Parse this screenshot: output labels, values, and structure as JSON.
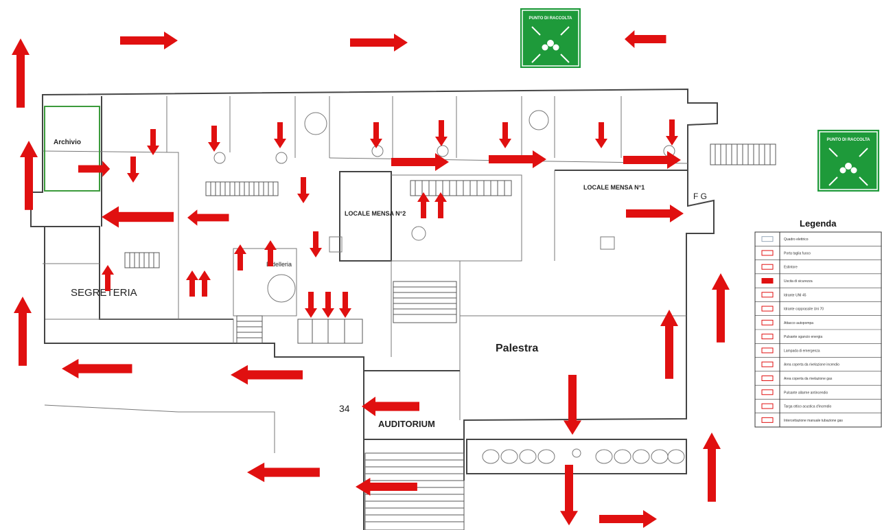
{
  "rooms": {
    "archivio": "Archivio",
    "segreteria": "SEGRETERIA",
    "bidelleria": "Bidelleria",
    "mensa2": "LOCALE MENSA N°2",
    "mensa1": "LOCALE MENSA N°1",
    "palestra": "Palestra",
    "auditorium": "AUDITORIUM"
  },
  "assembly_point": {
    "label": "PUNTO DI RACCOLTA",
    "color": "#1e9a3a",
    "icon": "assembly-point-icon"
  },
  "legend": {
    "title": "Legenda",
    "items": [
      {
        "icon": "electrical-panel-icon",
        "label": "Quadro elettrico"
      },
      {
        "icon": "fire-door-icon",
        "label": "Porta taglia fuoco"
      },
      {
        "icon": "extinguisher-icon",
        "label": "Estintore"
      },
      {
        "icon": "exit-arrow-icon",
        "label": "Uscita di sicurezza"
      },
      {
        "icon": "hydrant-uni45-icon",
        "label": "Idrante UNI 45"
      },
      {
        "icon": "hydrant-connection-icon",
        "label": "Idrante copprassile Uni 70"
      },
      {
        "icon": "hose-icon",
        "label": "Attacco autopompa"
      },
      {
        "icon": "energy-button-icon",
        "label": "Pulsante sgancio energia"
      },
      {
        "icon": "emergency-lamp-icon",
        "label": "Lampada di emergenza"
      },
      {
        "icon": "smoke-detector-icon",
        "label": "Area coperta da rivelazione incendio"
      },
      {
        "icon": "gas-detector-icon",
        "label": "Area coperta da rivelazione gas"
      },
      {
        "icon": "fire-alarm-button-icon",
        "label": "Pulsante allarme antincendio"
      },
      {
        "icon": "alarm-sign-icon",
        "label": "Targa ottico acustica d'incendio"
      },
      {
        "icon": "gas-valve-icon",
        "label": "Intercettazione manuale tubazione gas"
      }
    ]
  },
  "annotations": {
    "fg": "F G",
    "room_num": "34"
  },
  "colors": {
    "arrow": "#e01010",
    "wall": "#444444"
  }
}
